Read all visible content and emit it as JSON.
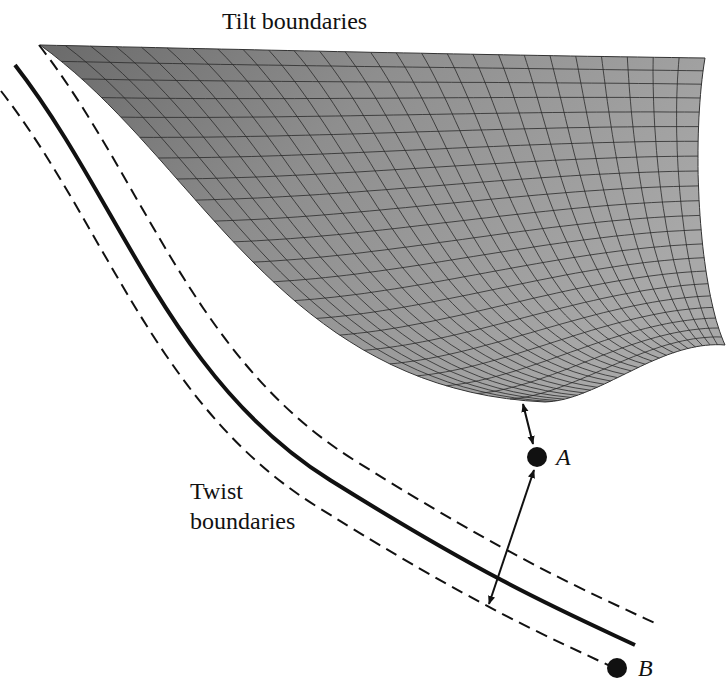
{
  "diagram": {
    "labels": [
      "Tilt boundaries",
      "Twist boundaries",
      "A",
      "B"
    ]
  }
}
